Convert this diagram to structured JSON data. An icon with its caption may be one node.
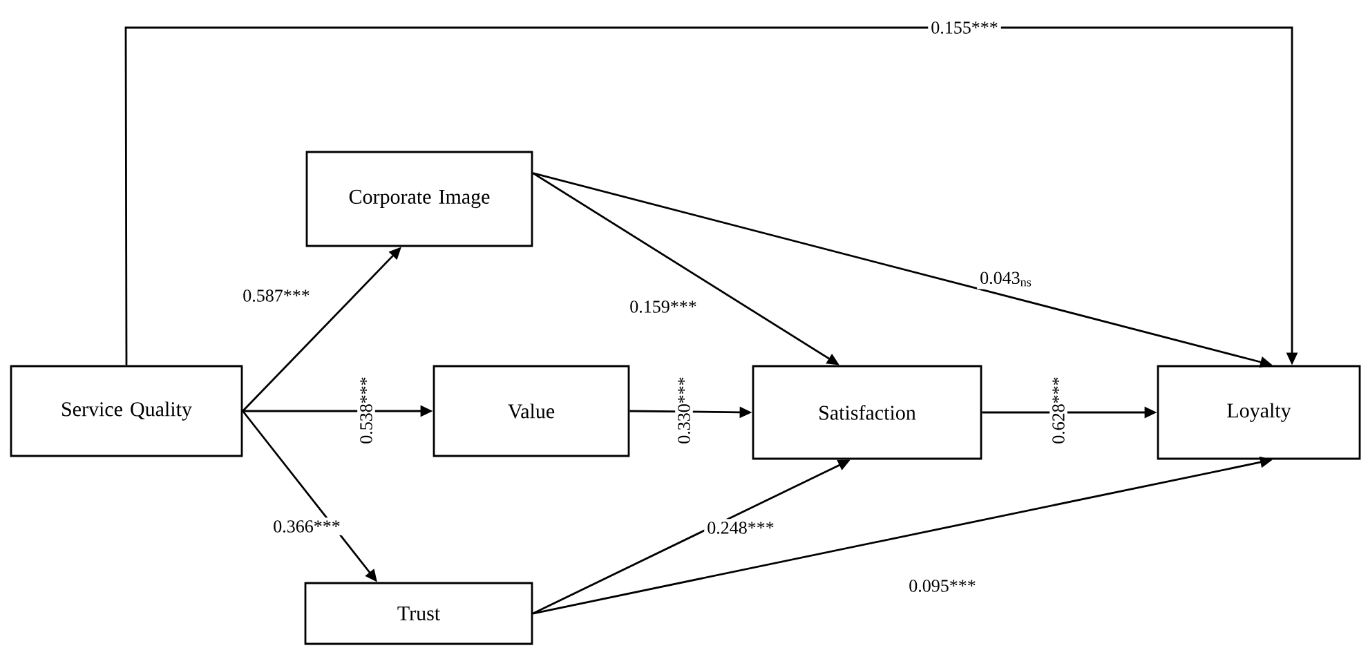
{
  "diagram": {
    "nodes": [
      {
        "text": [
          "Service Quality"
        ]
      },
      {
        "text": [
          "Corporate Image"
        ]
      },
      {
        "text": [
          "Value"
        ]
      },
      {
        "text": [
          "Satisfaction"
        ]
      },
      {
        "text": [
          "Loyalty"
        ]
      },
      {
        "text": [
          "Trust"
        ]
      }
    ],
    "edges": [
      {
        "from": 0,
        "to": 1,
        "arrow": "to",
        "label": "0.587***"
      },
      {
        "from": 0,
        "to": 2,
        "arrow": "to",
        "label": "0.538***"
      },
      {
        "from": 0,
        "to": 5,
        "arrow": "to",
        "label": "0.366***"
      },
      {
        "from": 1,
        "to": 3,
        "arrow": "to",
        "label": "0.159***"
      },
      {
        "from": 1,
        "to": 4,
        "arrow": "to",
        "label": "0.043$_{ns}$"
      },
      {
        "from": 2,
        "to": 3,
        "arrow": "to",
        "label": "0.330***"
      },
      {
        "from": 3,
        "to": 4,
        "arrow": "to",
        "label": "0.628***"
      },
      {
        "from": 5,
        "to": 3,
        "arrow": "to",
        "label": "0.248***"
      },
      {
        "from": 5,
        "to": 4,
        "arrow": "to",
        "label": "0.095***"
      },
      {
        "from": 0,
        "to": 4,
        "arrow": "to",
        "label": "0.155***"
      }
    ]
  }
}
